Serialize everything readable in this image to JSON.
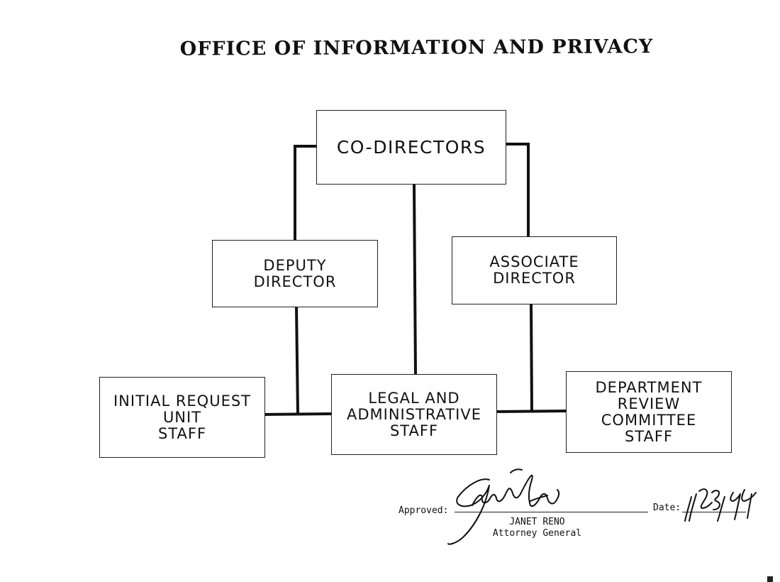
{
  "title": "OFFICE OF INFORMATION AND PRIVACY",
  "boxes": {
    "co_directors": {
      "lines": [
        "CO-DIRECTORS"
      ]
    },
    "deputy_director": {
      "lines": [
        "DEPUTY",
        "DIRECTOR"
      ]
    },
    "associate_director": {
      "lines": [
        "ASSOCIATE",
        "DIRECTOR"
      ]
    },
    "initial_request": {
      "lines": [
        "INITIAL REQUEST",
        "UNIT",
        "STAFF"
      ]
    },
    "legal_admin": {
      "lines": [
        "LEGAL AND",
        "ADMINISTRATIVE",
        "STAFF"
      ]
    },
    "department_review": {
      "lines": [
        "DEPARTMENT",
        "REVIEW",
        "COMMITTEE",
        "STAFF"
      ]
    }
  },
  "approval": {
    "approved_label": "Approved:",
    "date_label": "Date:",
    "signer_name": "JANET RENO",
    "signer_title": "Attorney General",
    "signature_text": "Janet Reno",
    "date_text": "1/23/94"
  }
}
